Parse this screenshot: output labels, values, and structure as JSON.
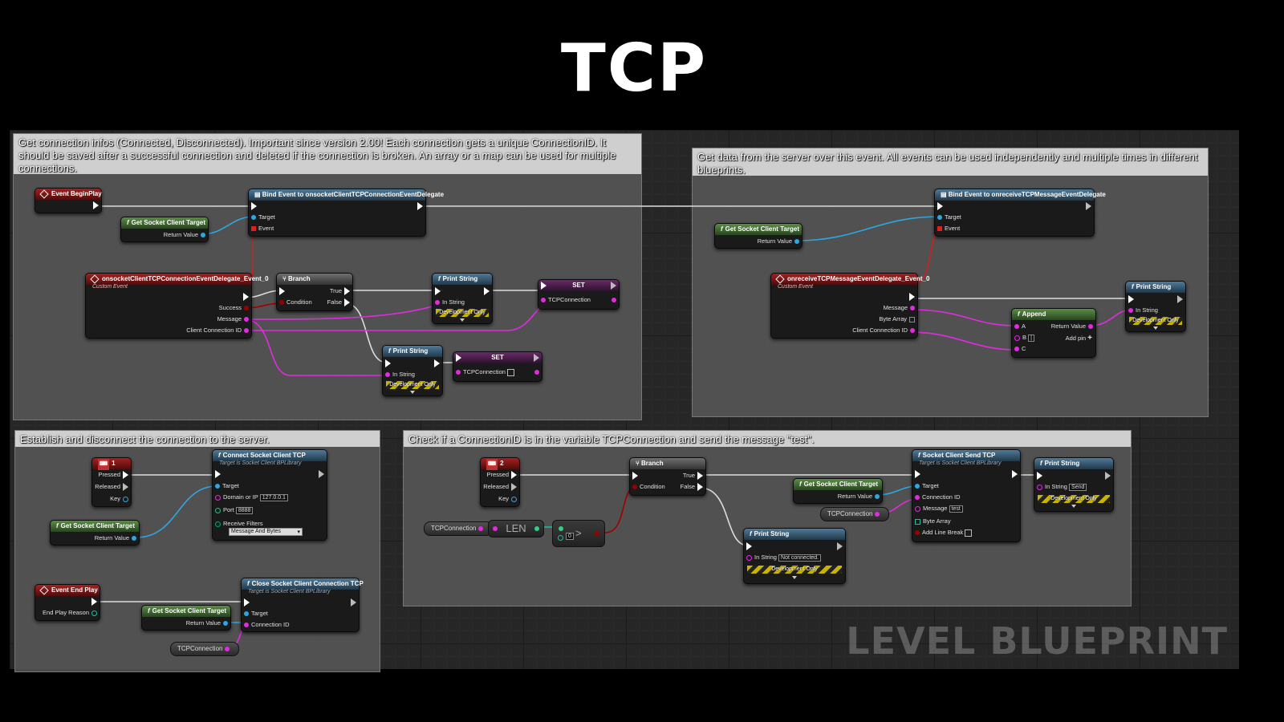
{
  "page": {
    "title": "TCP",
    "watermark": "LEVEL BLUEPRINT"
  },
  "comments": {
    "c1": "Get connection infos (Connected, Disconnected). Important since version 2.00! Each connection gets a unique ConnectionID. It should be saved after a successful connection and deleted if the connection is broken. An array or a map can be used for multiple connections.",
    "c2": "Get data from the server over this event. All events can be used independently and multiple times in different blueprints.",
    "c3": "Establish and disconnect the connection to the server.",
    "c4": "Check if a ConnectionID is in the variable TCPConnection and send the message \"test\"."
  },
  "nodes": {
    "beginplay": {
      "title": "Event BeginPlay"
    },
    "getsocket": {
      "title": "Get Socket Client Target",
      "out": "Return Value"
    },
    "bind1": {
      "title": "Bind Event to onsocketClientTCPConnectionEventDelegate",
      "target": "Target",
      "event": "Event"
    },
    "custom1": {
      "title": "onsocketClientTCPConnectionEventDelegate_Event_0",
      "sub": "Custom Event",
      "success": "Success",
      "message": "Message",
      "connid": "Client Connection ID"
    },
    "branch": {
      "title": "Branch",
      "condition": "Condition",
      "true": "True",
      "false": "False"
    },
    "print": {
      "title": "Print String",
      "instring": "In String",
      "dev": "Development Only"
    },
    "set": {
      "title": "SET",
      "var": "TCPConnection"
    },
    "bind2": {
      "title": "Bind Event to onreceiveTCPMessageEventDelegate",
      "target": "Target",
      "event": "Event"
    },
    "custom2": {
      "title": "onreceiveTCPMessageEventDelegate_Event_0",
      "sub": "Custom Event",
      "message": "Message",
      "bytearray": "Byte Array",
      "connid": "Client Connection ID"
    },
    "append": {
      "title": "Append",
      "a": "A",
      "b": "B",
      "c": "C",
      "ret": "Return Value",
      "addpin": "Add pin"
    },
    "key1": {
      "title": "1",
      "pressed": "Pressed",
      "released": "Released",
      "key": "Key"
    },
    "connect": {
      "title": "Connect Socket Client TCP",
      "sub": "Target is Socket Client BPLibrary",
      "target": "Target",
      "domain": "Domain or IP",
      "domain_val": "127.0.0.1",
      "port": "Port",
      "port_val": "8888",
      "filters": "Receive Filters",
      "filters_val": "Message And Bytes"
    },
    "endplay": {
      "title": "Event End Play",
      "reason": "End Play Reason"
    },
    "close": {
      "title": "Close Socket Client Connection TCP",
      "sub": "Target is Socket Client BPLibrary",
      "target": "Target",
      "connid": "Connection ID"
    },
    "tcpvar": "TCPConnection",
    "key2": {
      "title": "2"
    },
    "len": "LEN",
    "compare": {
      "symbol": ">",
      "b_val": "0"
    },
    "send": {
      "title": "Socket Client Send TCP",
      "sub": "Target is Socket Client BPLibrary",
      "target": "Target",
      "connid": "Connection ID",
      "message": "Message",
      "message_val": "test",
      "bytearray": "Byte Array",
      "linebreak": "Add Line Break"
    },
    "print_send": {
      "val": "Send"
    },
    "print_nc": {
      "val": "Not connected."
    }
  },
  "colors": {
    "exec": "#ffffff",
    "object": "#2ea7e0",
    "string": "#e22be0",
    "integer": "#18c0a0",
    "event": "#e02020",
    "comment_header": "#cfcfcf"
  }
}
